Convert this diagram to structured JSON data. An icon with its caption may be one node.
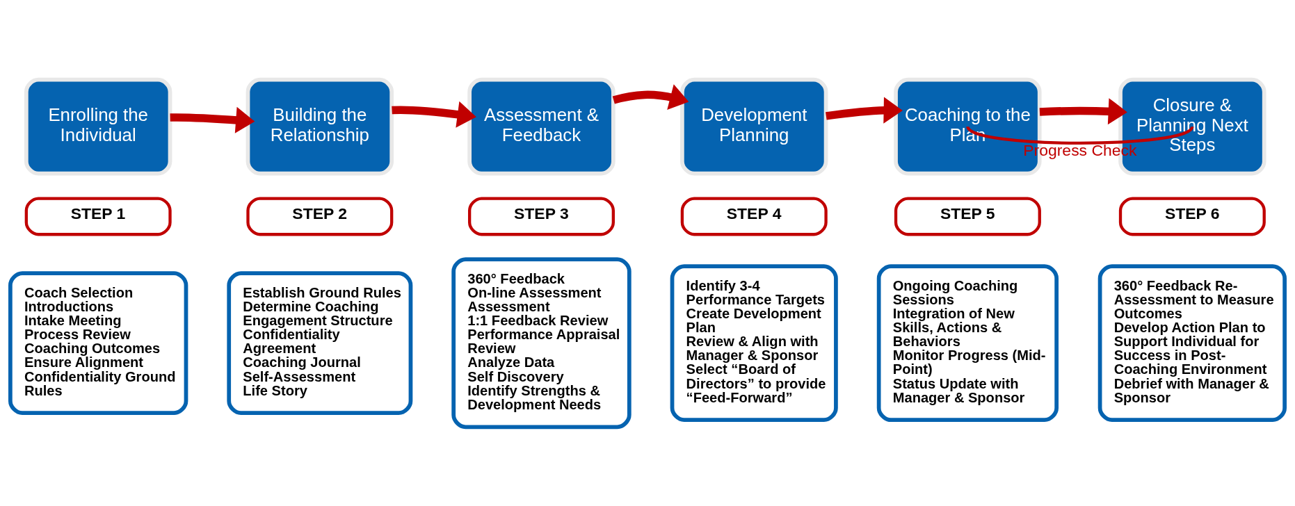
{
  "diagram": {
    "nodes": [
      {
        "text": [
          "Enrolling the Individual"
        ]
      },
      {
        "text": [
          "STEP 1"
        ]
      },
      {
        "text": [
          "Coach Selection",
          "Introductions",
          "Intake Meeting",
          "Process Review",
          "Coaching Outcomes",
          "Ensure Alignment",
          "Confidentiality Ground Rules"
        ]
      },
      {
        "text": [
          "Building the Relationship"
        ]
      },
      {
        "text": [
          "STEP 2"
        ]
      },
      {
        "text": [
          "Establish Ground Rules",
          "Determine Coaching Engagement Structure",
          "Confidentiality Agreement",
          "Coaching Journal",
          "Self-Assessment",
          "Life Story"
        ]
      },
      {
        "text": [
          "Assessment & Feedback"
        ]
      },
      {
        "text": [
          "STEP 3"
        ]
      },
      {
        "text": [
          "360° Feedback",
          "On-line Assessment",
          "Assessment",
          "1:1 Feedback Review",
          "Performance Appraisal Review",
          "Analyze Data",
          "Self Discovery",
          "Identify Strengths & Development Needs"
        ]
      },
      {
        "text": [
          "Development Planning"
        ]
      },
      {
        "text": [
          "STEP 4"
        ]
      },
      {
        "text": [
          "Identify 3-4 Performance Targets",
          "Create Development Plan",
          "Review & Align with Manager & Sponsor",
          "Select “Board of Directors” to provide “Feed-Forward”"
        ]
      },
      {
        "text": [
          "Coaching to the Plan"
        ]
      },
      {
        "text": [
          "STEP 5"
        ]
      },
      {
        "text": [
          "Ongoing Coaching Sessions",
          "Integration of New Skills, Actions & Behaviors",
          "Monitor Progress (Mid-Point)",
          "Status Update with Manager & Sponsor"
        ]
      },
      {
        "text": [
          "Closure & Planning Next Steps"
        ]
      },
      {
        "text": [
          "STEP 6"
        ]
      },
      {
        "text": [
          "360° Feedback Re-Assessment to Measure Outcomes",
          "Develop Action Plan to Support Individual for Success in Post-Coaching Environment",
          "Debrief with Manager & Sponsor"
        ]
      }
    ],
    "edges": [
      {
        "from": 0,
        "to": 3,
        "arrow": "to"
      },
      {
        "from": 3,
        "to": 6,
        "arrow": "to"
      },
      {
        "from": 6,
        "to": 9,
        "arrow": "to"
      },
      {
        "from": 9,
        "to": 12,
        "arrow": "to"
      },
      {
        "from": 12,
        "to": 15,
        "arrow": "to"
      },
      {
        "from": 12,
        "to": 15,
        "arrow": "none",
        "label": "Progress Check"
      }
    ]
  }
}
